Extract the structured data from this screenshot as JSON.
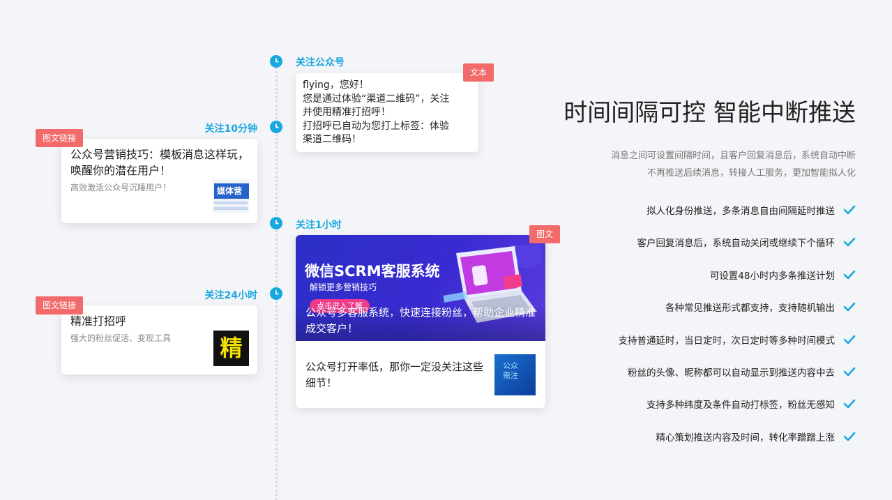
{
  "timeline": {
    "labels": [
      "关注公众号",
      "关注10分钟",
      "关注1小时",
      "关注24小时"
    ]
  },
  "tags": {
    "text": "文本",
    "link": "图文链接",
    "news": "图文"
  },
  "text_message": {
    "lines": [
      "flying，您好！",
      "您是通过体验“渠道二维码”，关注",
      "并使用精准打招呼！",
      "打招呼已自动为您打上标签：体验",
      "渠道二维码！"
    ]
  },
  "link_card_1": {
    "title": "公众号营销技巧：模板消息这样玩，唤醒你的潜在用户！",
    "subtitle": "高效激活公众号沉睡用户！",
    "thumb_text": "媒体营"
  },
  "link_card_2": {
    "title": "精准打招呼",
    "subtitle": "强大的粉丝促活、变现工具",
    "thumb_text": "精"
  },
  "news_card": {
    "banner_title": "微信SCRM客服系统",
    "banner_sub": "解锁更多营销技巧",
    "banner_button": "点击进入了解",
    "banner_text": "公众号多客服系统，快速连接粉丝，帮助企业精准成交客户！",
    "item_title": "公众号打开率低，那你一定没关注这些细节！",
    "item_thumb_text": "公众\n需注"
  },
  "right": {
    "title": "时间间隔可控 智能中断推送",
    "desc_line1": "消息之间可设置间隔时间，且客户回复消息后，系统自动中断",
    "desc_line2": "不再推送后续消息，转接人工服务，更加智能拟人化",
    "features": [
      "拟人化身份推送，多条消息自由间隔延时推送",
      "客户回复消息后，系统自动关闭或继续下个循环",
      "可设置48小时内多条推送计划",
      "各种常见推送形式都支持，支持随机输出",
      "支持普通延时，当日定时，次日定时等多种时间模式",
      "粉丝的头像、昵称都可以自动显示到推送内容中去",
      "支持多种纬度及条件自动打标签，粉丝无感知",
      "精心策划推送内容及时间，转化率蹭蹭上涨"
    ]
  },
  "colors": {
    "accent": "#19a7e0",
    "tag": "#f26a6a",
    "background": "#f4f5f8"
  },
  "icons": {
    "clock": "clock-icon",
    "check": "check-icon"
  }
}
